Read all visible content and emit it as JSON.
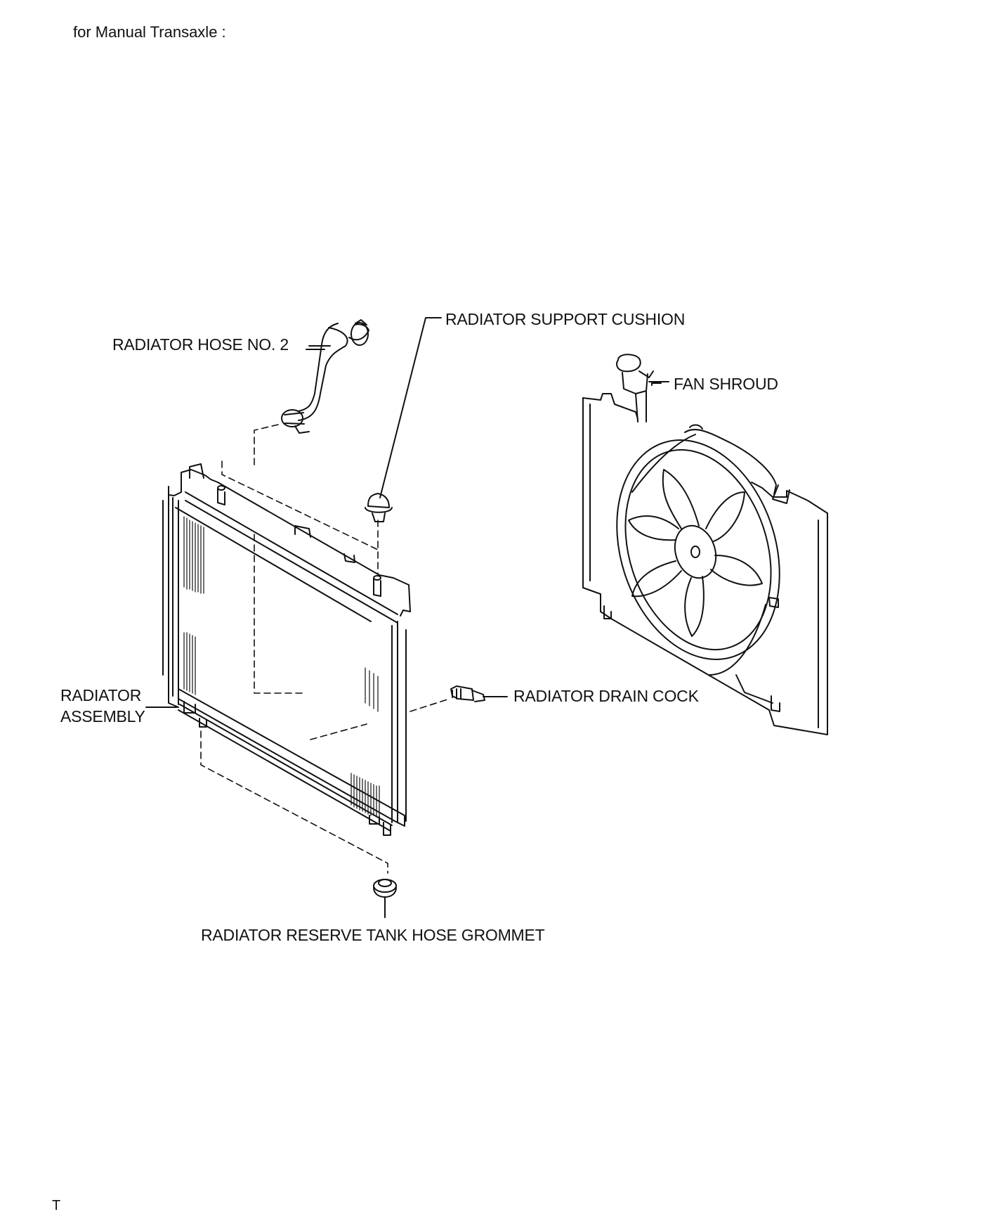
{
  "header": {
    "title": "for Manual  Transaxle :"
  },
  "labels": {
    "radiator_hose": "RADIATOR HOSE NO. 2",
    "support_cushion": "RADIATOR SUPPORT CUSHION",
    "fan_shroud": "FAN SHROUD",
    "assembly_line1": "RADIATOR",
    "assembly_line2": "ASSEMBLY",
    "drain_cock": "RADIATOR DRAIN COCK",
    "grommet": "RADIATOR RESERVE TANK HOSE GROMMET"
  },
  "footer": {
    "mark": "T"
  }
}
